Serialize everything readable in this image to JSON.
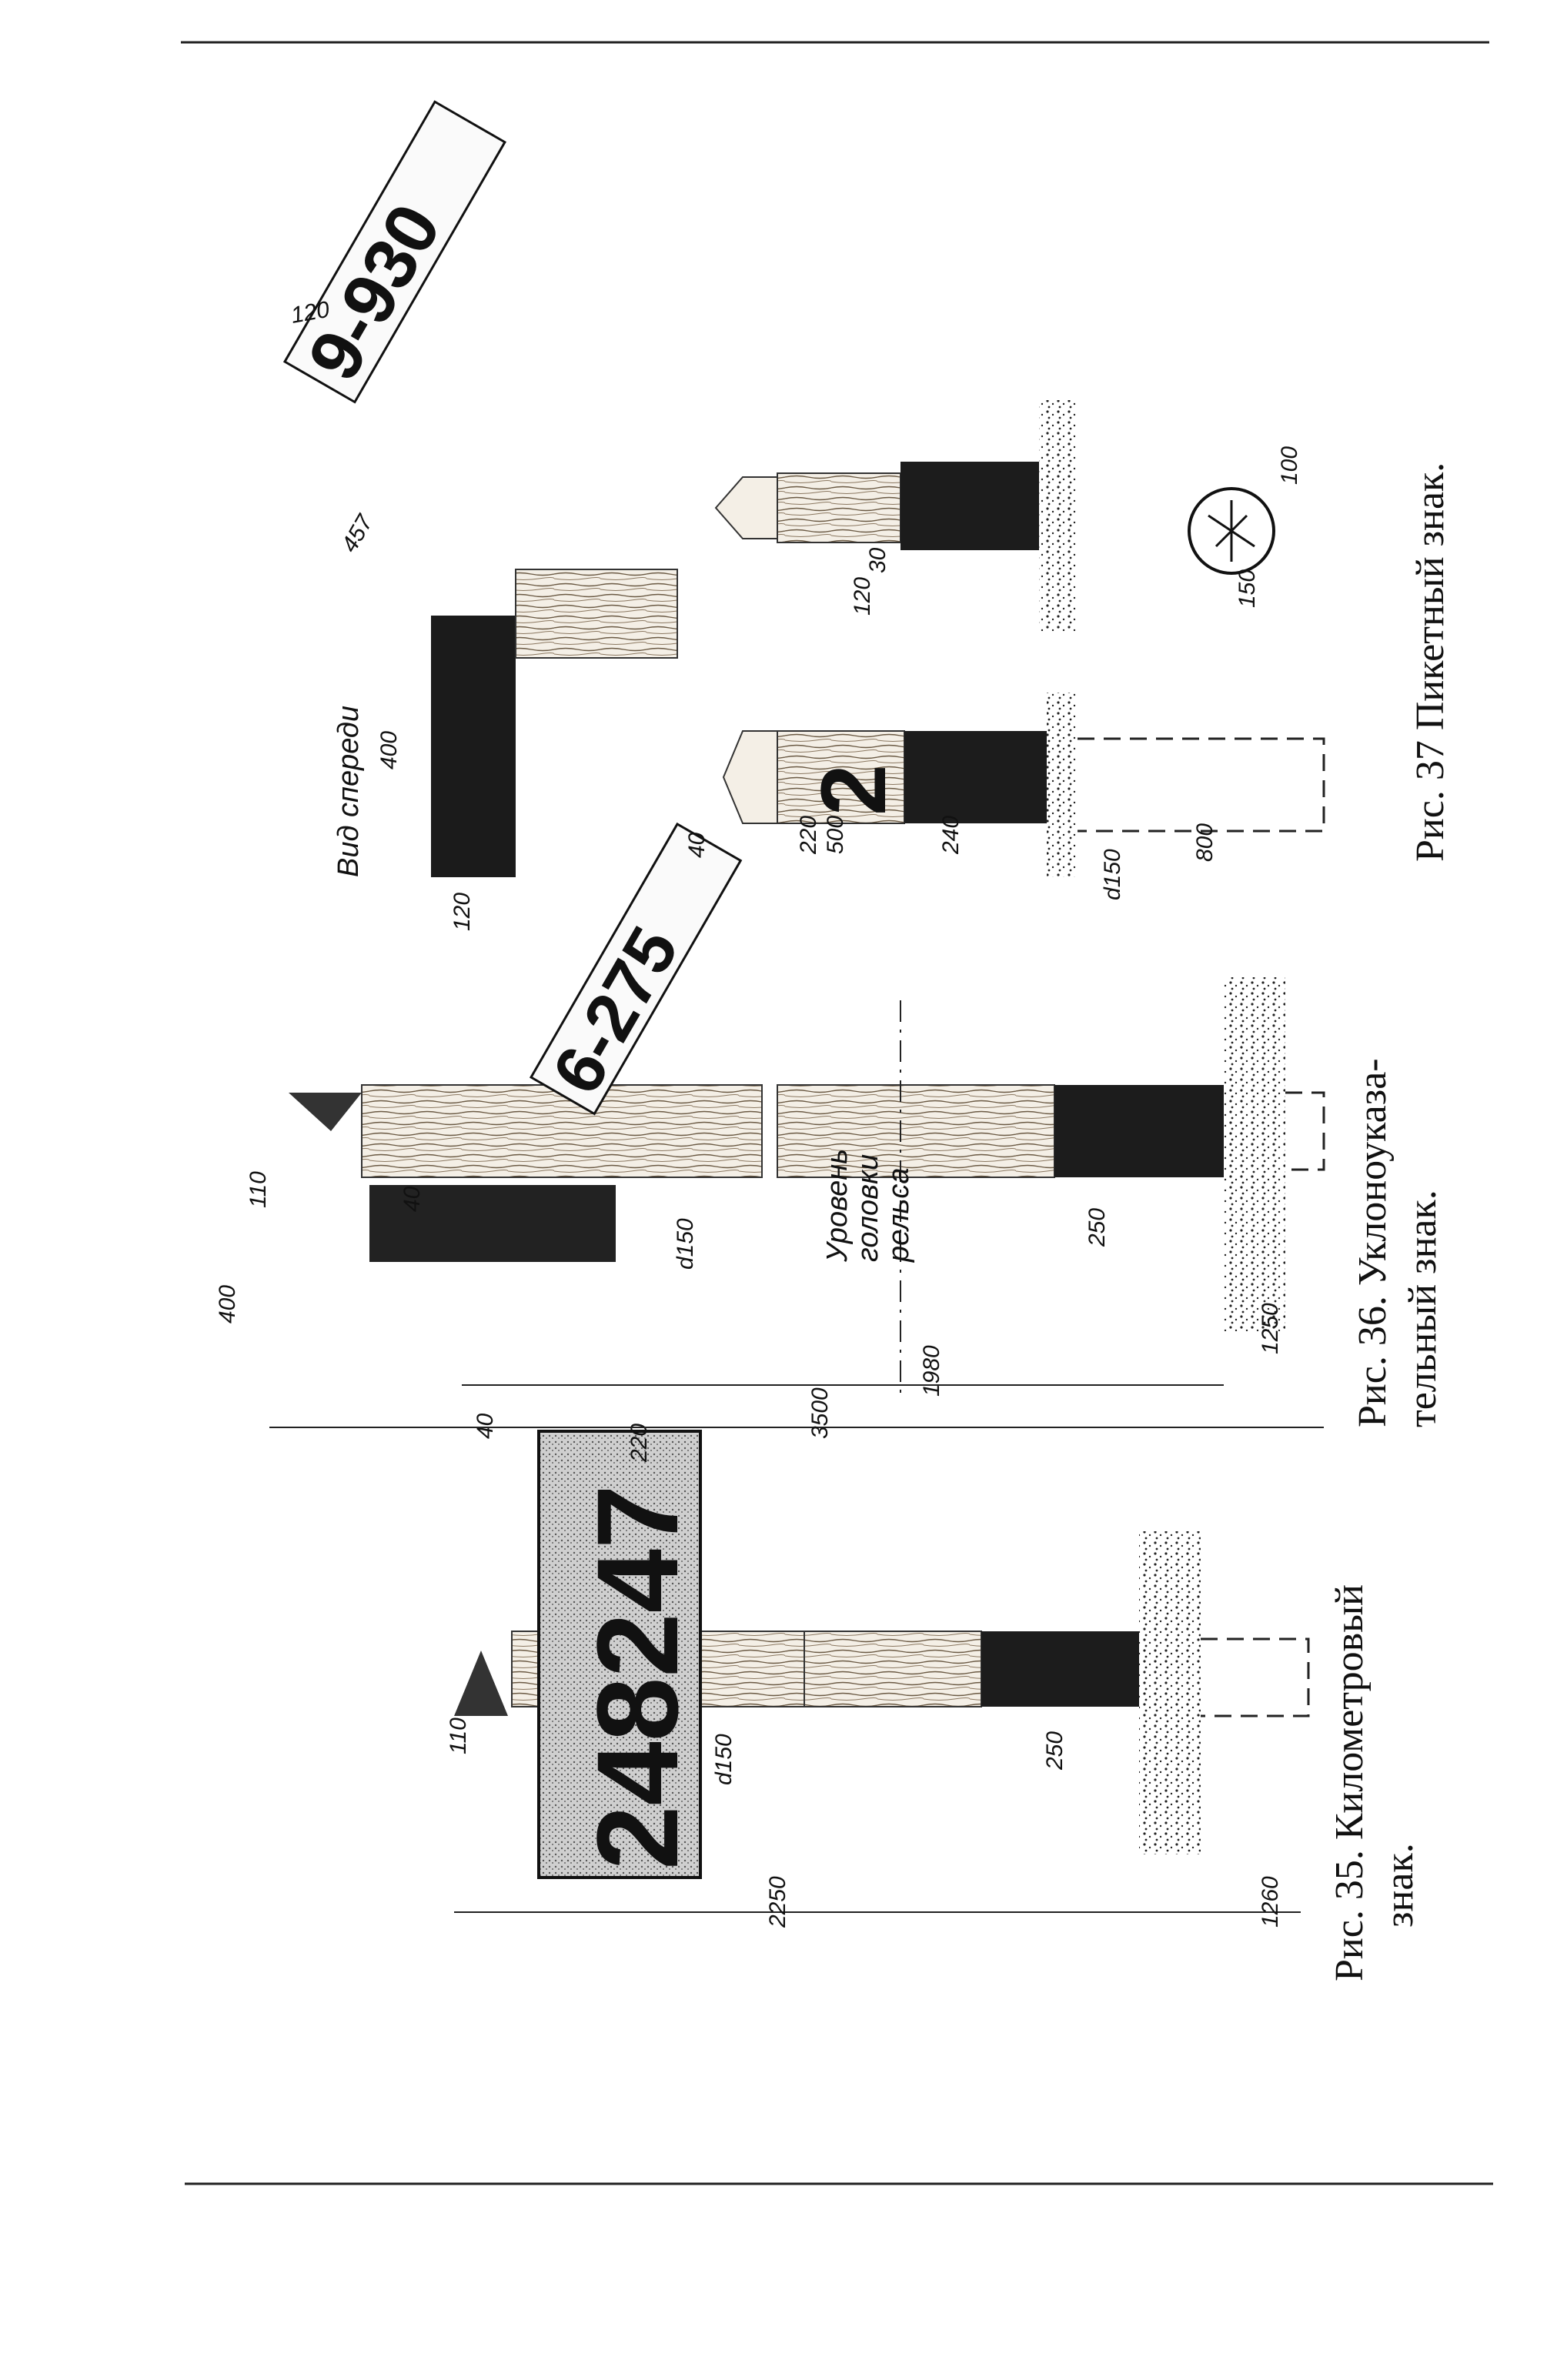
{
  "figures": {
    "fig35": {
      "caption_line1": "Рис. 35. Километровый",
      "caption_line2": "знак.",
      "plate_number": "248247",
      "dims": {
        "total_height": "2250",
        "below_ground": "1260",
        "painted_base": "250",
        "tip": "110",
        "diameter": "d150",
        "plate_height": "220",
        "plate_gap": "40"
      }
    },
    "fig36": {
      "caption_line1": "Рис. 36. Уклоноуказа-",
      "caption_line2": "тельный   знак.",
      "plate_text": "6-275",
      "rail_label_line1": "Уровень",
      "rail_label_line2": "головки",
      "rail_label_line3": "рельса",
      "dims": {
        "total_height": "3500",
        "to_arm": "1980",
        "below_ground": "1250",
        "painted_base": "250",
        "diameter": "d150",
        "tip": "110",
        "arm_gap": "40",
        "arm_len": "400",
        "plate_width": "120"
      }
    },
    "front_view": {
      "label": "Вид спереди",
      "plate_text": "9-930",
      "dims": {
        "arm_len": "400",
        "arm_width": "120",
        "plate_len": "457",
        "plate_width": "120"
      }
    },
    "fig37": {
      "caption": "Рис. 37  Пикетный  знак.",
      "post_number": "2",
      "dims": {
        "total": "500",
        "top_part": "220",
        "bottom_part": "240",
        "tip": "40",
        "below_ground": "800",
        "diameter": "d150",
        "small_tip": "30",
        "section_diameter": "150",
        "section_inner": "100"
      }
    }
  }
}
